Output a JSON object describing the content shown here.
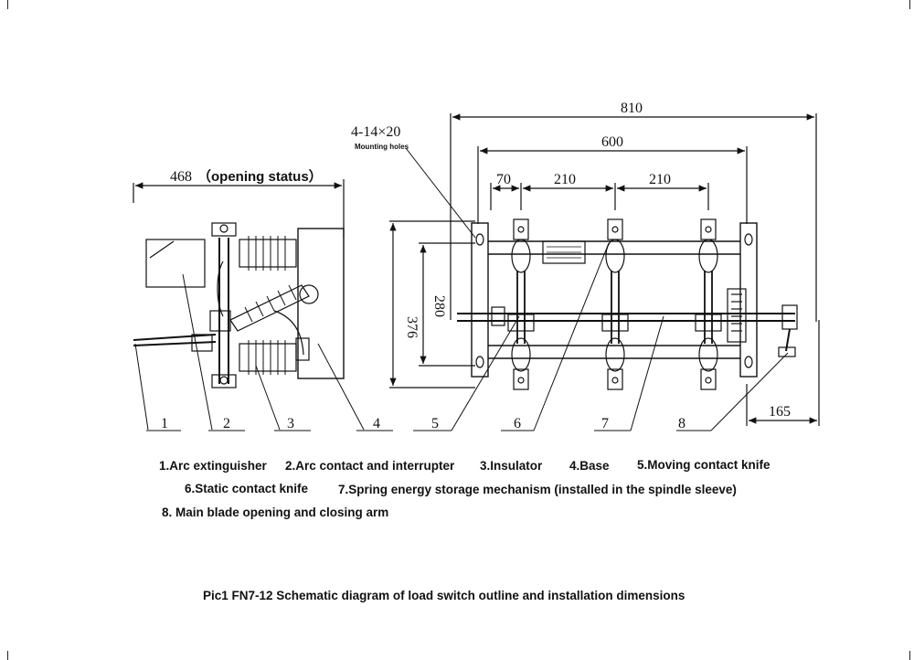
{
  "dimensions": {
    "overall_width": "810",
    "mounting_span": "600",
    "first_pitch": "70",
    "pitch_a": "210",
    "pitch_b": "210",
    "height_outer": "376",
    "height_inner": "280",
    "arm_offset": "165",
    "side_width": "468",
    "side_note": "（opening status）",
    "holes": "4-14×20",
    "holes_note": "Mounting holes"
  },
  "callouts": [
    "1",
    "2",
    "3",
    "4",
    "5",
    "6",
    "7",
    "8"
  ],
  "legend": {
    "item1": "1.Arc extinguisher",
    "item2": "2.Arc contact and interrupter",
    "item3": "3.Insulator",
    "item4": "4.Base",
    "item5": "5.Moving contact knife",
    "item6": "6.Static contact knife",
    "item7": "7.Spring energy storage mechanism (installed in the spindle sleeve)",
    "item8": "8. Main blade opening and closing arm"
  },
  "caption": "Pic1 FN7-12 Schematic diagram of load switch outline and installation dimensions",
  "colors": {
    "ink": "#111111",
    "background": "#ffffff"
  }
}
